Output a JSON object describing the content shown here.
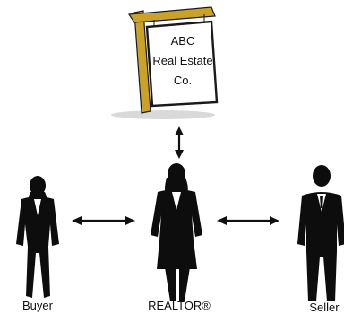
{
  "sign": {
    "lines": [
      "ABC",
      "Real Estate",
      "Co."
    ]
  },
  "people": {
    "buyer": "Buyer",
    "realtor": "REALTOR®",
    "seller": "Seller"
  },
  "colors": {
    "sign_post": "#c9a227",
    "sign_post_shadow": "#8a6d12",
    "silhouette": "#0d0d0d",
    "shirt": "#ffffff"
  }
}
